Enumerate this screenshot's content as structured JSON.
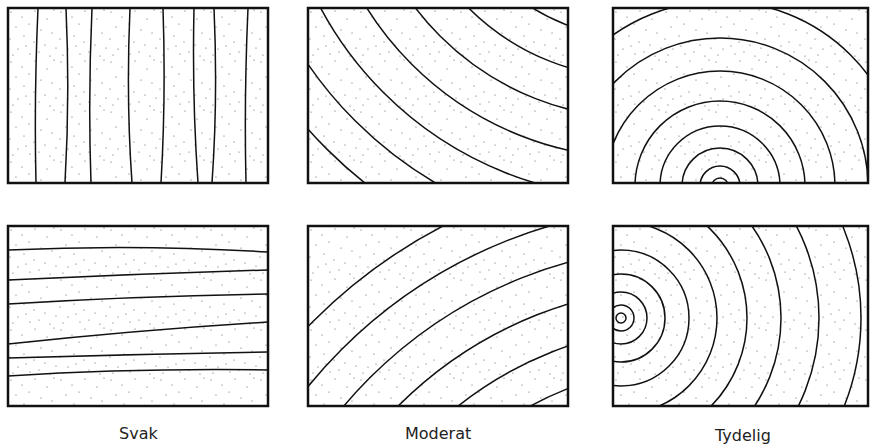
{
  "diagram": {
    "labels": [
      "Svak",
      "Moderat",
      "Tydelig"
    ]
  }
}
